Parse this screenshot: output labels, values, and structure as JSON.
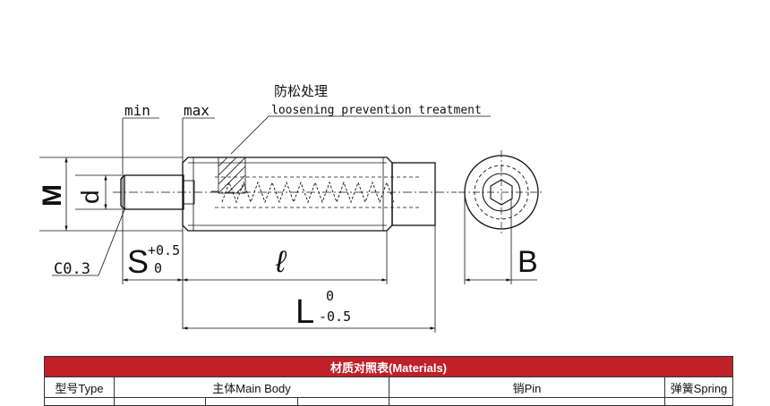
{
  "drawing": {
    "label_treatment_cn": "防松处理",
    "label_treatment_en": "loosening prevention treatment",
    "label_min": "min",
    "label_max": "max",
    "label_M": "M",
    "label_d": "d",
    "label_chamfer": "C0.3",
    "label_S": "S",
    "label_S_upper_tol": "+0.5",
    "label_S_lower_tol": "0",
    "label_l": "ℓ",
    "label_L": "L",
    "label_L_upper_tol": "0",
    "label_L_lower_tol": "-0.5",
    "label_B": "B"
  },
  "table": {
    "title": "材质对照表(Materials)",
    "headers": [
      "型号Type",
      "主体Main Body",
      "销Pin",
      "弹簧Spring"
    ]
  }
}
